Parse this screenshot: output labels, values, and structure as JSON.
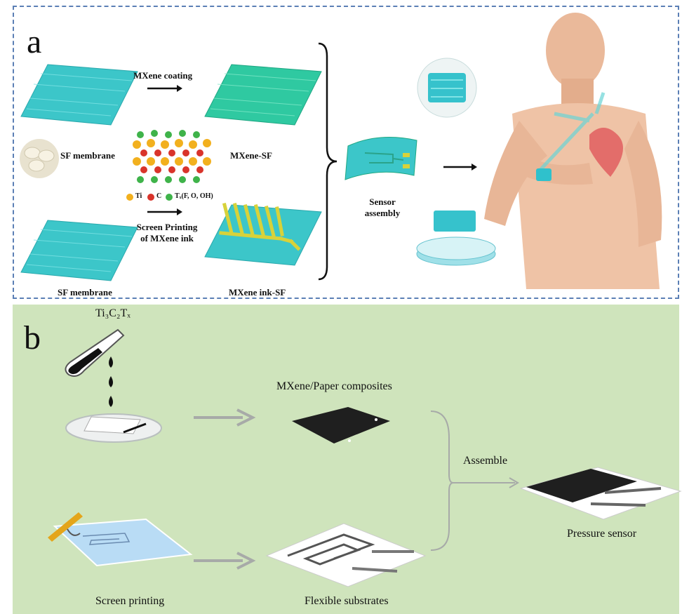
{
  "panel_a": {
    "letter": "a",
    "labels": {
      "mxene_coating": "MXene coating",
      "sf_membrane_mid": "SF membrane",
      "mxene_sf": "MXene-SF",
      "legend_ti": "Ti",
      "legend_c": "C",
      "legend_tx": "Tₓ(F, O, OH)",
      "screen_printing_line1": "Screen Printing",
      "screen_printing_line2": "of MXene ink",
      "sensor_assembly_line1": "Sensor",
      "sensor_assembly_line2": "assembly",
      "sf_membrane_bottom": "SF membrane",
      "mxene_ink_sf": "MXene ink-SF"
    }
  },
  "panel_b": {
    "letter": "b",
    "labels": {
      "ti3c2tx": "Ti₃C₂Tₓ",
      "composites": "MXene/Paper composites",
      "assemble": "Assemble",
      "pressure_sensor": "Pressure sensor",
      "screen_printing": "Screen printing",
      "flexible_substrates": "Flexible substrates"
    }
  },
  "colors": {
    "membrane": "#3cc6c9",
    "mxene_membrane": "#2fc9a1",
    "electrode": "#d7d23a",
    "ti": "#f2b01e",
    "c": "#d9342b",
    "tx": "#3fb34a",
    "panel_b_bg": "#cfe4bc",
    "border": "#5b7fb5"
  }
}
